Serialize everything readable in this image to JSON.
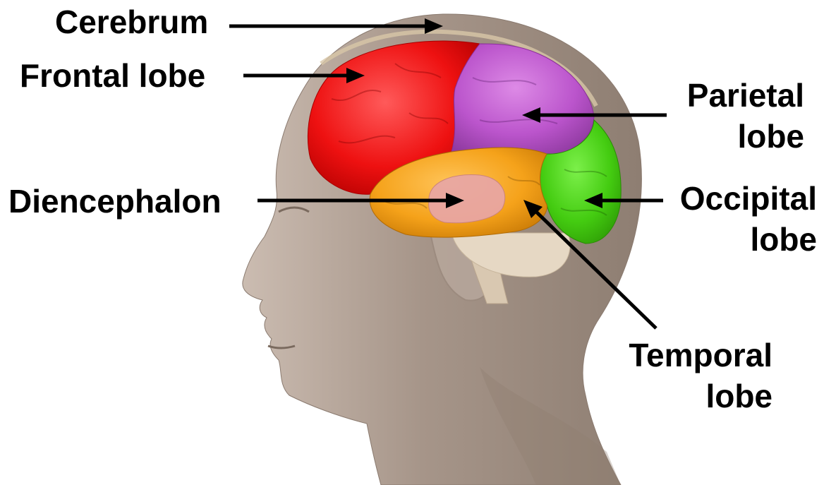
{
  "labels": {
    "cerebrum": "Cerebrum",
    "frontal": "Frontal lobe",
    "parietal": [
      "Parietal",
      "lobe"
    ],
    "diencephalon": "Diencephalon",
    "occipital": [
      "Occipital",
      "lobe"
    ],
    "temporal": [
      "Temporal",
      "lobe"
    ]
  },
  "colors": {
    "background": "#ffffff",
    "skin": "#a8978c",
    "skin_dark": "#7d6c60",
    "frontal_lobe": "#ee1111",
    "parietal_lobe": "#bb55cc",
    "occipital_lobe": "#44cc11",
    "temporal_lobe": "#f5a21a",
    "diencephalon": "#e8a6a6",
    "cerebellum": "#e6d8c4",
    "arrow": "#000000"
  }
}
